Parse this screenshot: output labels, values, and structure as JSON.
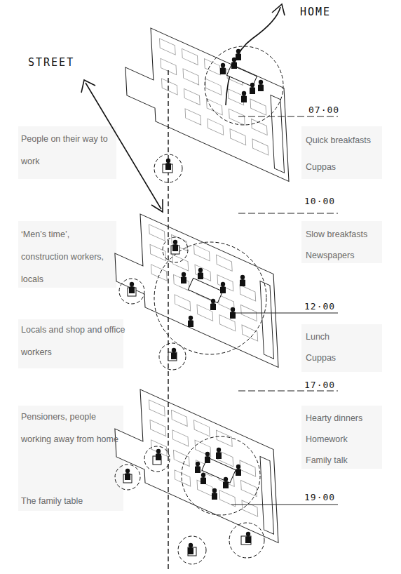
{
  "diagram": {
    "labels": [
      "HOME",
      "STREET",
      "07·00",
      "People on their way to work",
      "Quick breakfasts",
      "Cuppas",
      "10·00",
      "‘Men’s time’, construction workers, locals",
      "Slow breakfasts",
      "Newspapers",
      "12·00",
      "Locals and shop and office workers",
      "Lunch",
      "Cuppas",
      "17·00",
      "Pensioners, people working away from home",
      "Hearty dinners",
      "Homework",
      "Family talk",
      "The family table",
      "19·00"
    ]
  }
}
